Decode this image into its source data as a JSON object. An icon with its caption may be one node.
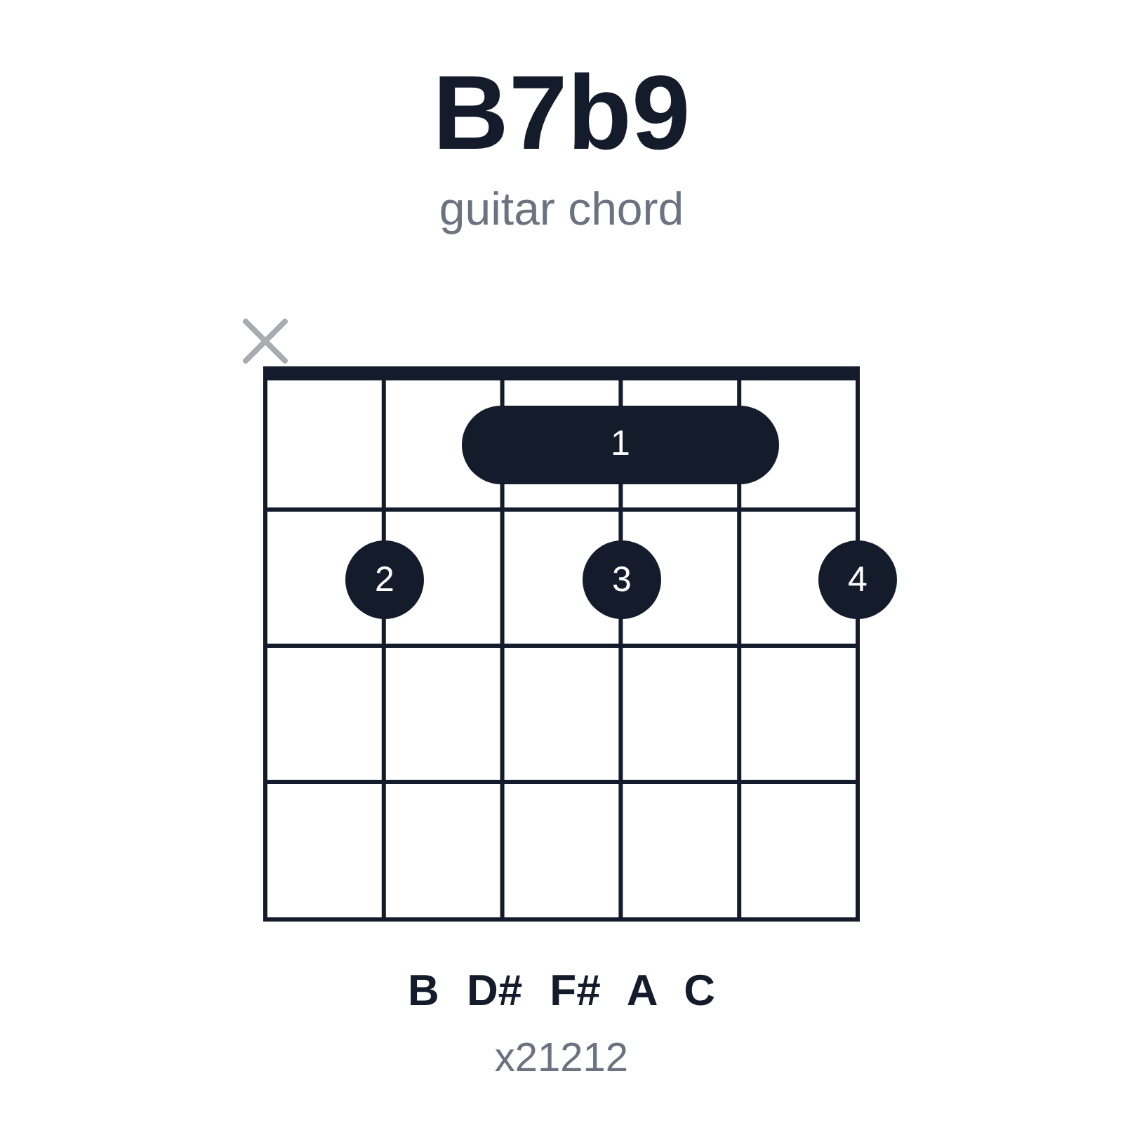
{
  "diagram": {
    "title": "B7b9",
    "nodes": [
      {
        "text": [
          "1"
        ]
      },
      {
        "text": [
          "2"
        ]
      },
      {
        "text": [
          "3"
        ]
      },
      {
        "text": [
          "4"
        ]
      }
    ],
    "labels": [
      "guitar chord",
      "B D# F# A C",
      "x21212"
    ]
  }
}
